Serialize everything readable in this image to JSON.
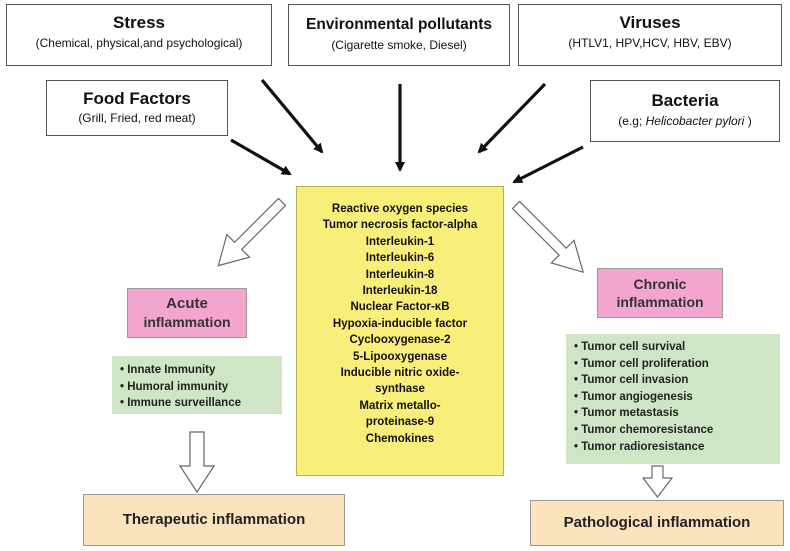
{
  "sources": {
    "stress": {
      "title": "Stress",
      "subtitle": "(Chemical, physical,and psychological)"
    },
    "pollutants": {
      "title": "Environmental pollutants",
      "subtitle": "(Cigarette smoke, Diesel)"
    },
    "viruses": {
      "title": "Viruses",
      "subtitle": "(HTLV1, HPV,HCV, HBV, EBV)"
    },
    "food": {
      "title": "Food Factors",
      "subtitle": "(Grill, Fried, red meat)"
    },
    "bacteria": {
      "title": "Bacteria",
      "subtitle_prefix": "(e.g; ",
      "subtitle_italic": "Helicobacter pylori",
      "subtitle_suffix": " )"
    }
  },
  "mediators": [
    "Reactive oxygen species",
    "Tumor necrosis factor-alpha",
    "Interleukin-1",
    "Interleukin-6",
    "Interleukin-8",
    "Interleukin-18",
    "Nuclear Factor-κB",
    "Hypoxia-inducible factor",
    "Cyclooxygenase-2",
    "5-Lipooxygenase",
    "Inducible nitric oxide-",
    "synthase",
    "Matrix metallo-",
    "proteinase-9",
    "Chemokines"
  ],
  "acute": {
    "title_line1": "Acute",
    "title_line2": "inflammation",
    "effects": [
      "• Innate Immunity",
      "• Humoral immunity",
      "• Immune surveillance"
    ],
    "outcome": "Therapeutic inflammation"
  },
  "chronic": {
    "title_line1": "Chronic",
    "title_line2": "inflammation",
    "effects": [
      "• Tumor cell survival",
      "• Tumor cell proliferation",
      "• Tumor cell invasion",
      "• Tumor angiogenesis",
      "• Tumor metastasis",
      "• Tumor chemoresistance",
      "• Tumor radioresistance"
    ],
    "outcome": "Pathological inflammation"
  },
  "colors": {
    "mediator_box": "#f8ef7a",
    "inflammation_box": "#f2a6cf",
    "effects_box": "#cfe6c6",
    "outcome_box": "#fbe3bd"
  }
}
